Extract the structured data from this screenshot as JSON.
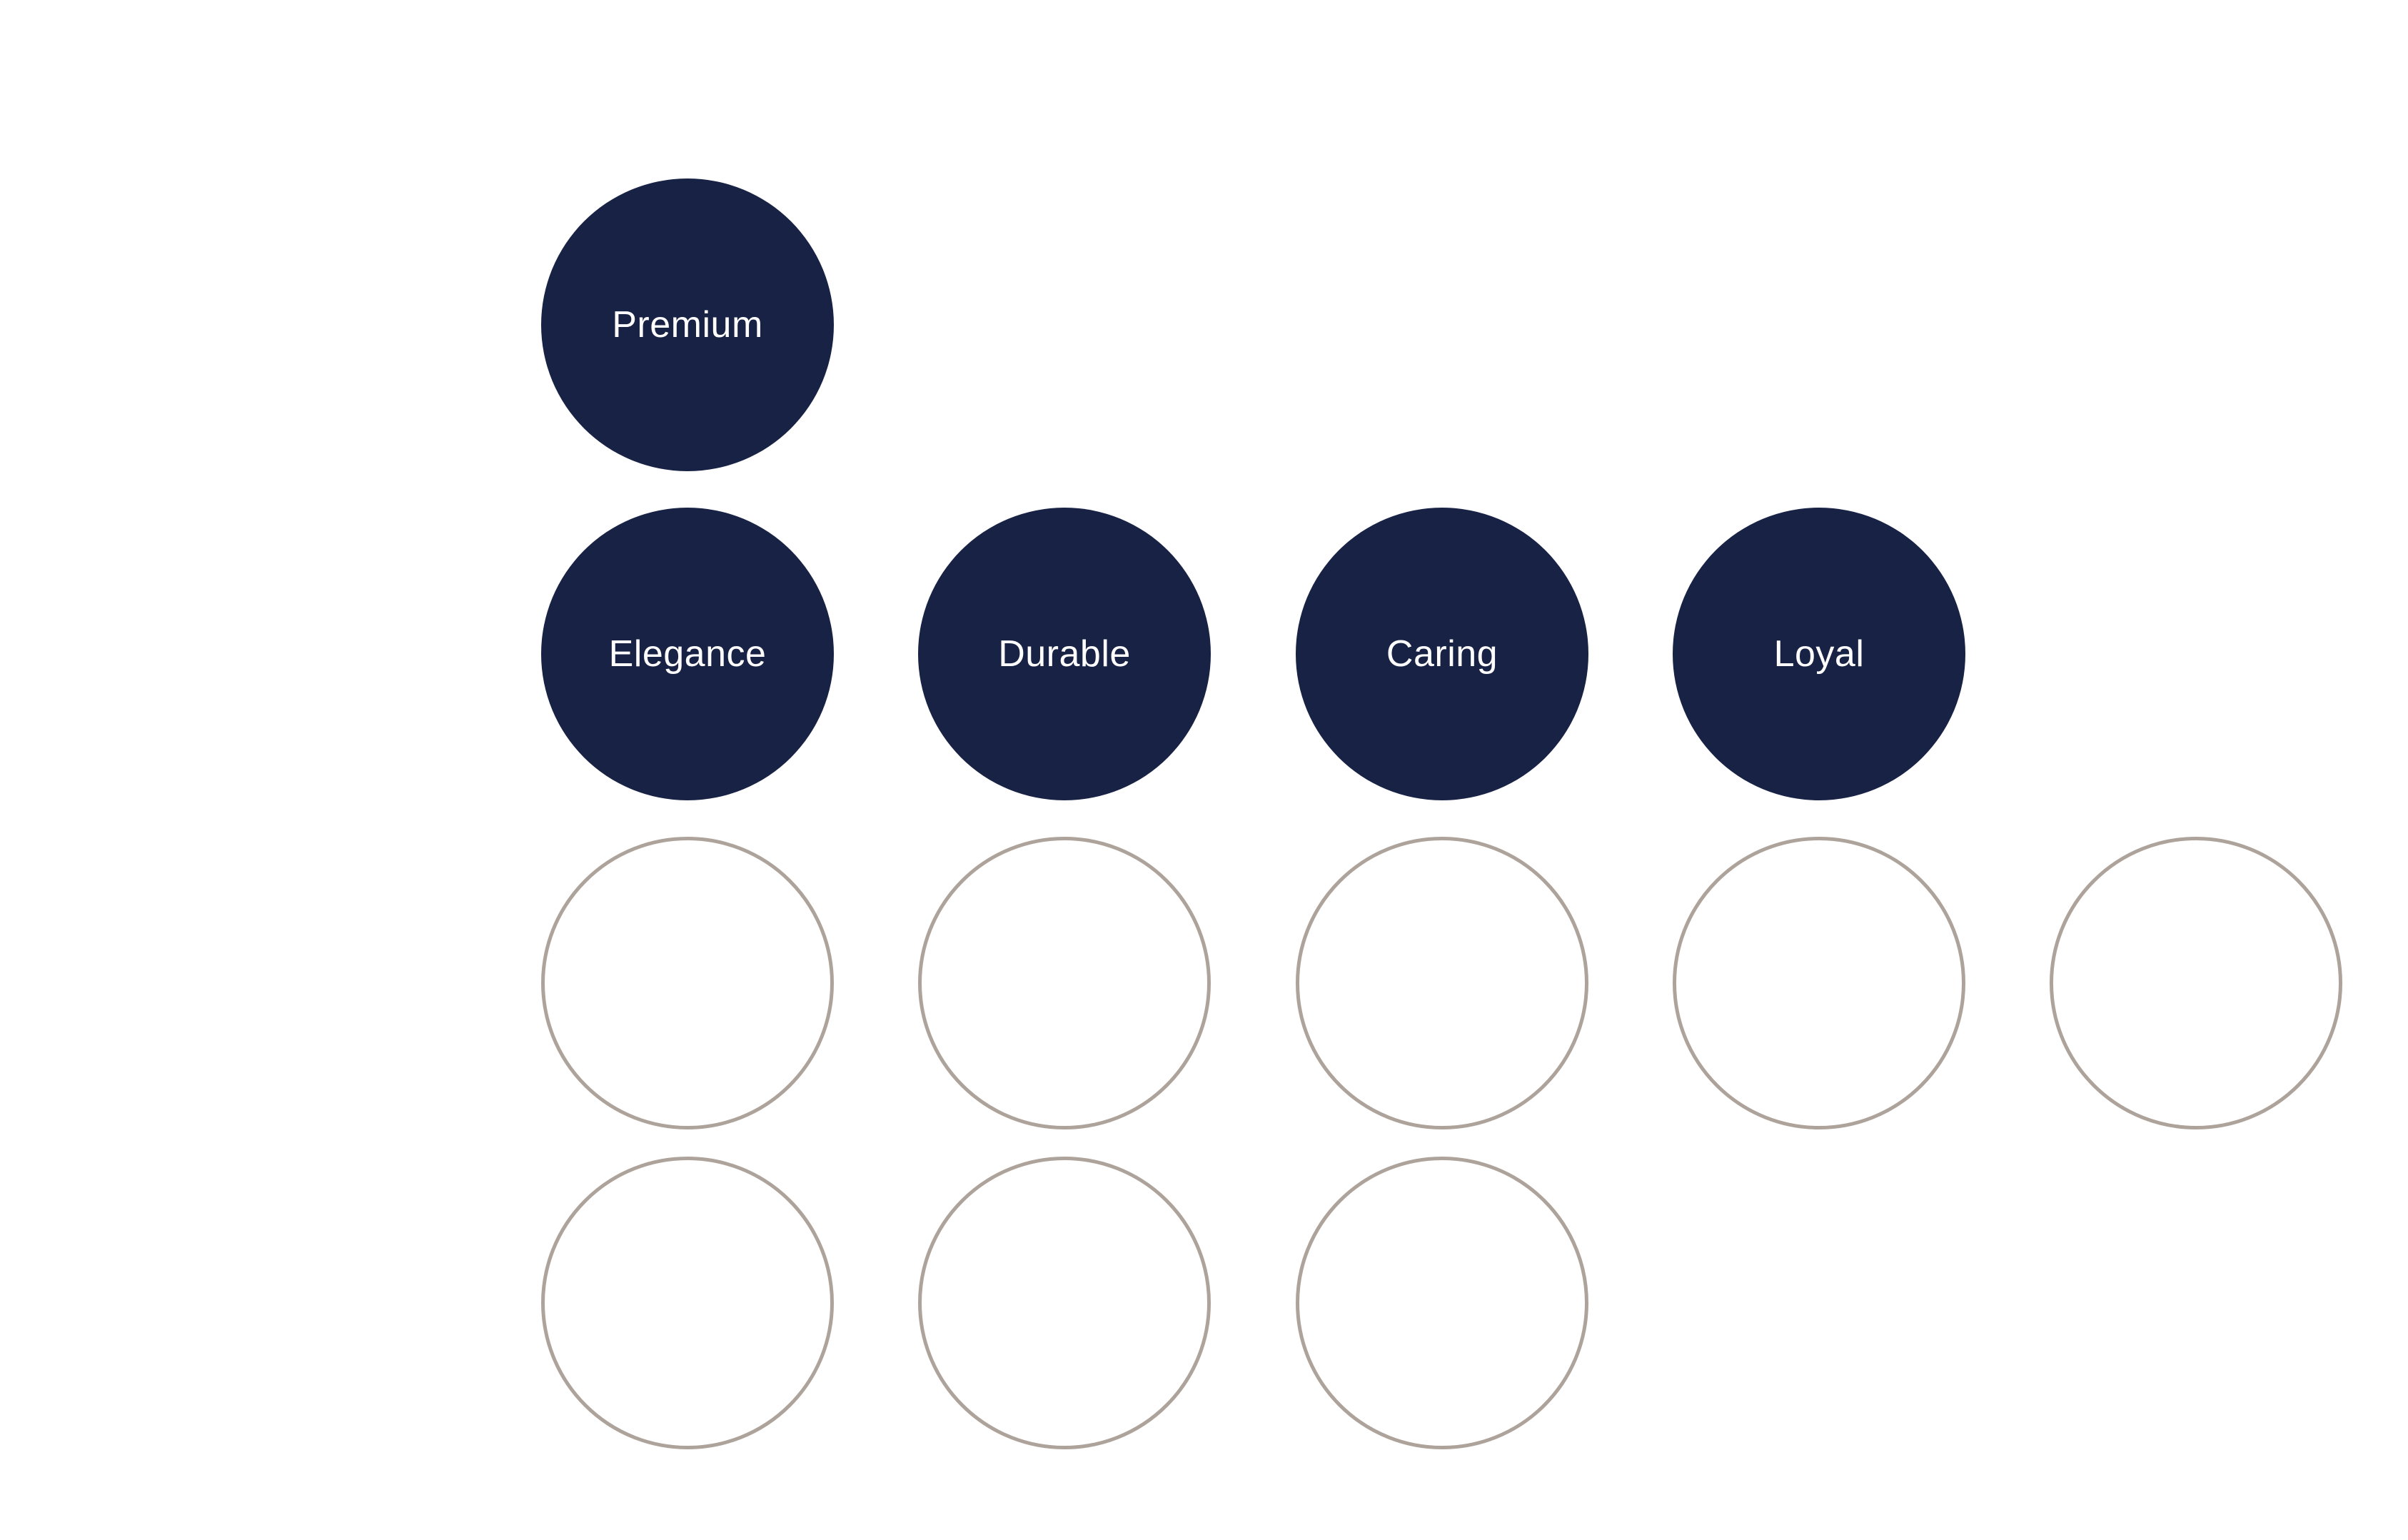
{
  "colors": {
    "filled": "#182244",
    "outline": "#ada39b",
    "label": "#ffffff"
  },
  "filled_circles": [
    {
      "label": "Premium"
    },
    {
      "label": "Elegance"
    },
    {
      "label": "Durable"
    },
    {
      "label": "Caring"
    },
    {
      "label": "Loyal"
    }
  ],
  "empty_circle_count": 8
}
